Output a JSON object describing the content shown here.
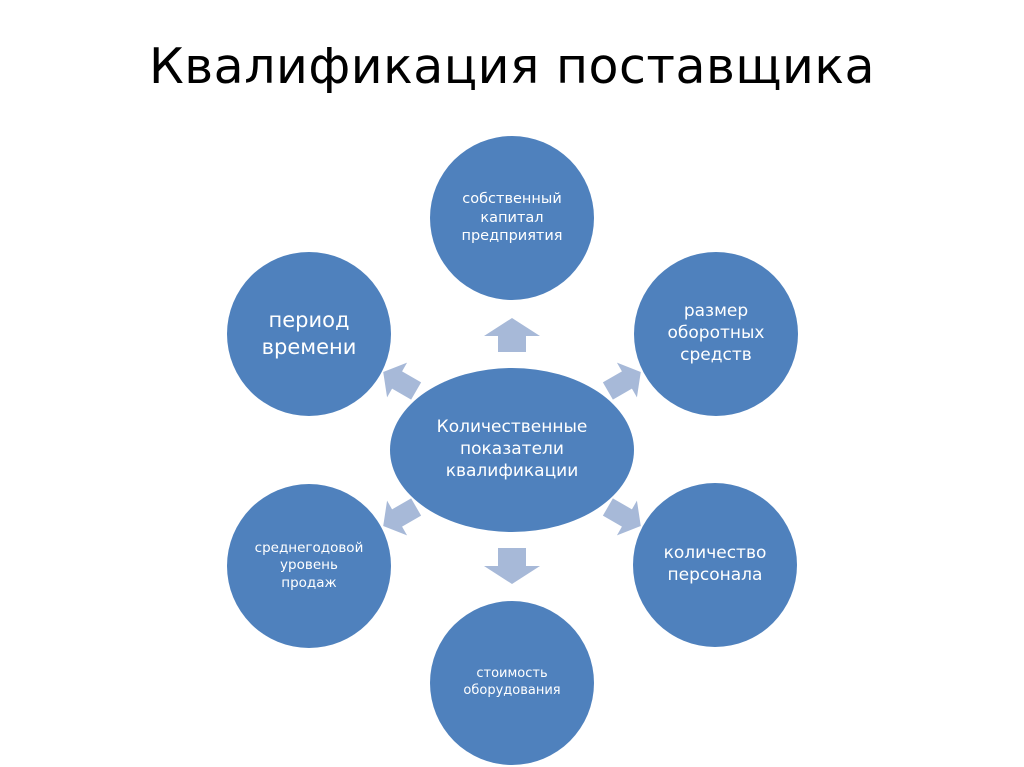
{
  "title": "Квалификация поставщика",
  "colors": {
    "node_fill": "#4f81bd",
    "arrow_fill": "#a7b9d8",
    "text": "#ffffff",
    "background": "#ffffff"
  },
  "center": {
    "label": "Количественные\nпоказатели\nквалификации"
  },
  "nodes": [
    {
      "id": "top",
      "label": "собственный\nкапитал\nпредприятия"
    },
    {
      "id": "upper-right",
      "label": "размер\nоборотных\nсредств"
    },
    {
      "id": "lower-right",
      "label": "количество\nперсонала"
    },
    {
      "id": "bottom",
      "label": "стоимость\nоборудования"
    },
    {
      "id": "lower-left",
      "label": "среднегодовой\nуровень\nпродаж"
    },
    {
      "id": "upper-left",
      "label": "период\nвремени"
    }
  ]
}
